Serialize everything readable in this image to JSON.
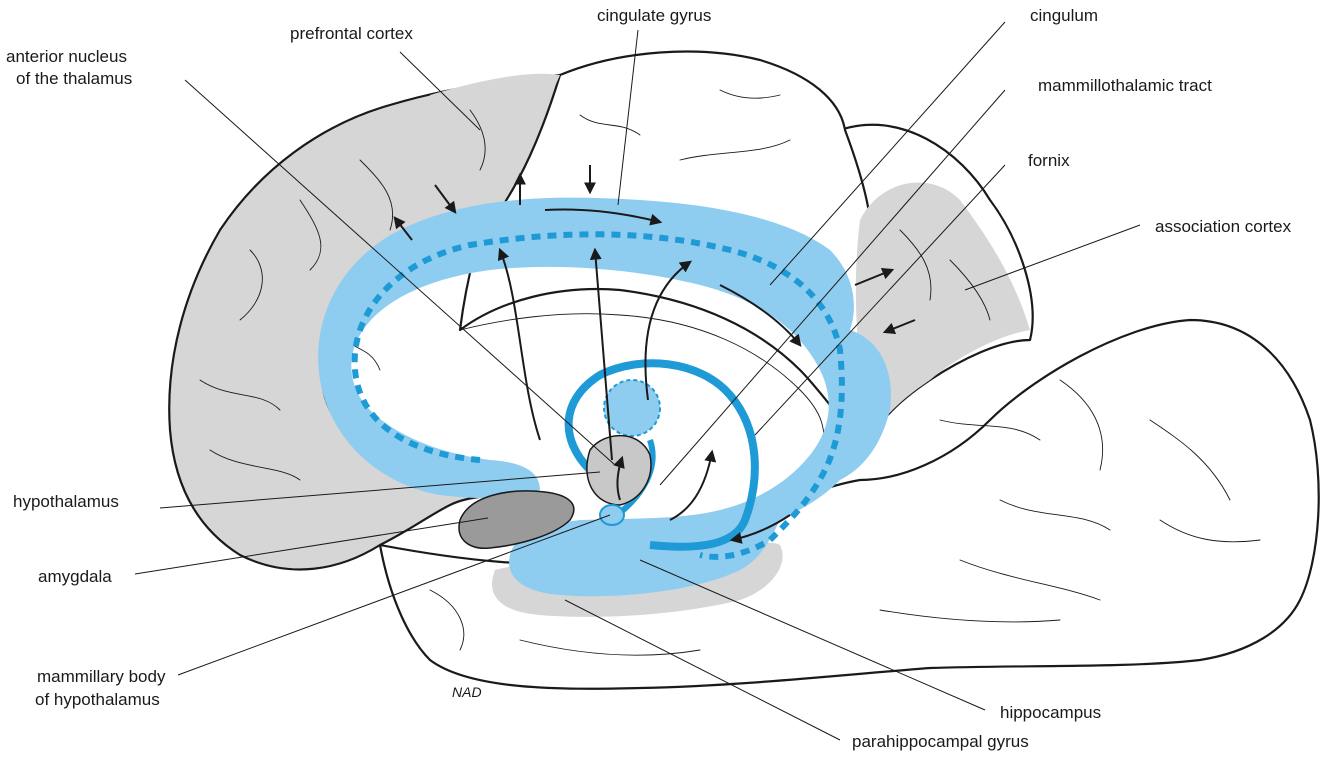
{
  "labels": {
    "cingulate_gyrus": "cingulate gyrus",
    "cingulum": "cingulum",
    "prefrontal_cortex": "prefrontal cortex",
    "anterior_nucleus_line1": "anterior nucleus",
    "anterior_nucleus_line2": "of the thalamus",
    "mammillothalamic_tract": "mammillothalamic tract",
    "fornix": "fornix",
    "association_cortex": "association cortex",
    "hypothalamus": "hypothalamus",
    "amygdala": "amygdala",
    "mammillary_line1": "mammillary body",
    "mammillary_line2": "of hypothalamus",
    "hippocampus": "hippocampus",
    "parahippocampal_gyrus": "parahippocampal gyrus",
    "signature": "NAD"
  },
  "colors": {
    "limbic_blue_fill": "#8fcdf0",
    "limbic_blue_line": "#1e9ad6",
    "cortex_gray": "#d6d6d6",
    "amygdala_gray": "#9a9a9a",
    "outline": "#1a1a1a"
  }
}
